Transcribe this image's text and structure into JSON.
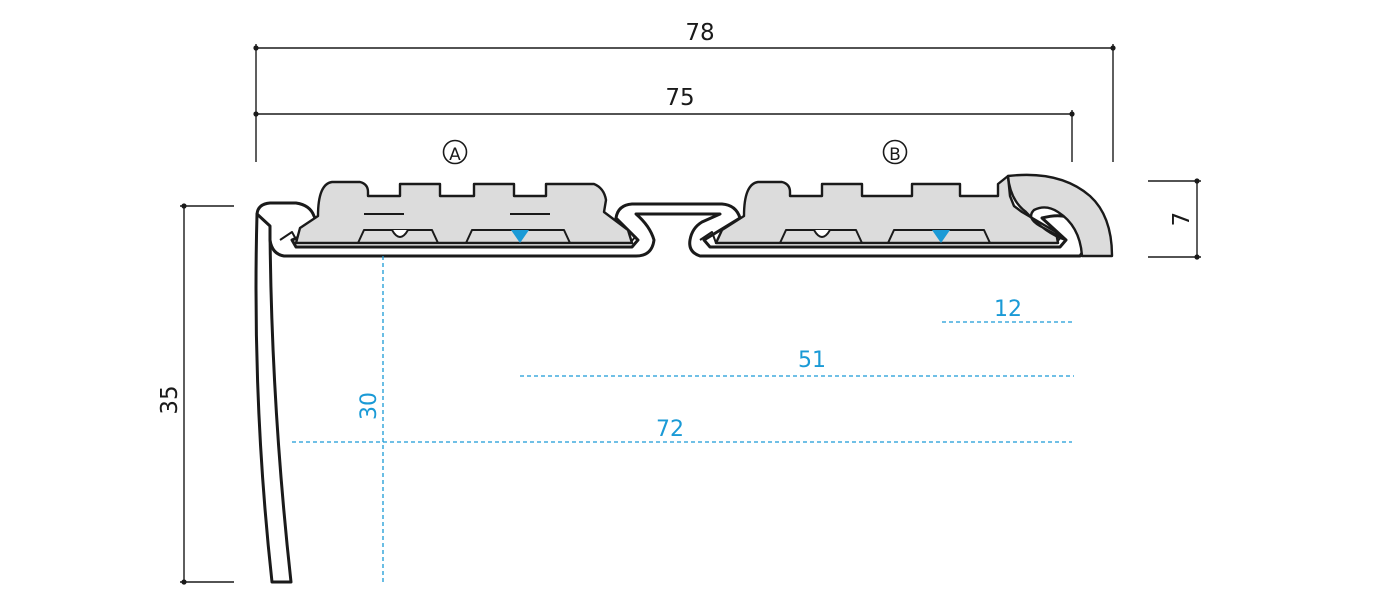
{
  "dimensions": {
    "overall_width": "78",
    "support_width": "75",
    "height": "35",
    "insert_height": "7"
  },
  "insert_markers": {
    "a": "A",
    "b": "B"
  },
  "layout_dimensions": {
    "d12": "12",
    "d51": "51",
    "d72": "72",
    "d30": "30"
  },
  "colors": {
    "line": "#1a1a1a",
    "insert_fill": "#dcdcdc",
    "accent_blue": "#1a9ad6"
  }
}
